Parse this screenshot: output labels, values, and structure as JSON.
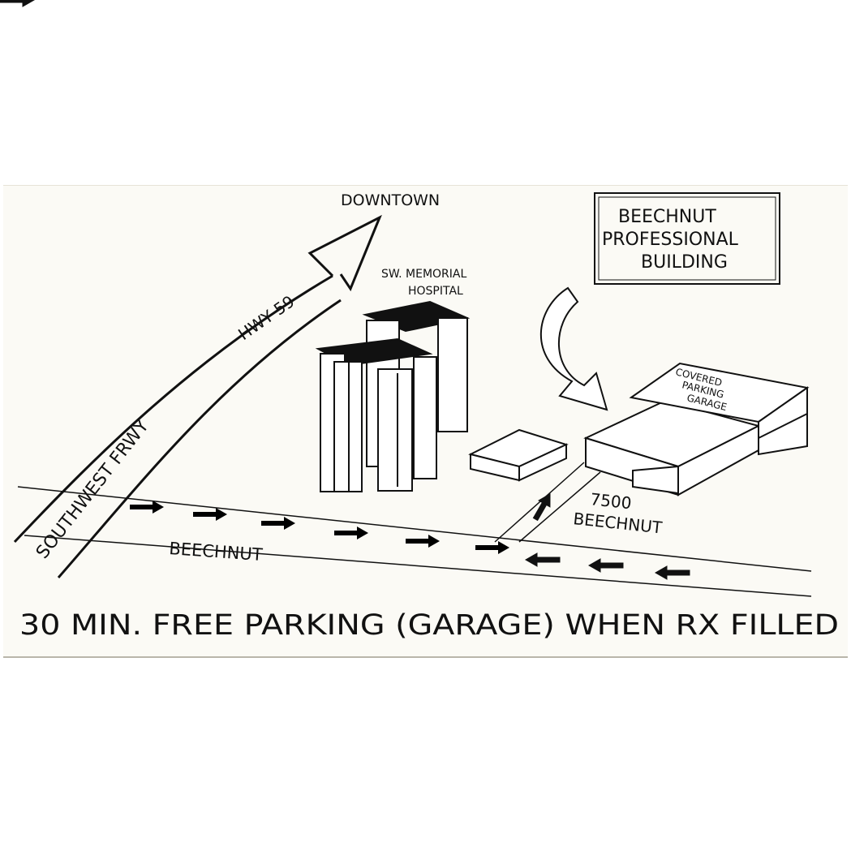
{
  "labels": {
    "downtown": "DOWNTOWN",
    "building_title": [
      "BEECHNUT",
      "PROFESSIONAL",
      "BUILDING"
    ],
    "hospital": [
      "SW. MEMORIAL",
      "HOSPITAL"
    ],
    "hwy": "HWY 59",
    "freeway": "SOUTHWEST FRWY",
    "garage": [
      "COVERED",
      "PARKING",
      "GARAGE"
    ],
    "address": [
      "7500",
      "BEECHNUT"
    ],
    "street": "BEECHNUT",
    "footer": "30 MIN. FREE PARKING (GARAGE) WHEN RX FILLED"
  },
  "colors": {
    "ink": "#111111",
    "paper": "#fbfaf5"
  },
  "icons": [
    "direction-arrow-icon",
    "curved-arrow-icon"
  ]
}
